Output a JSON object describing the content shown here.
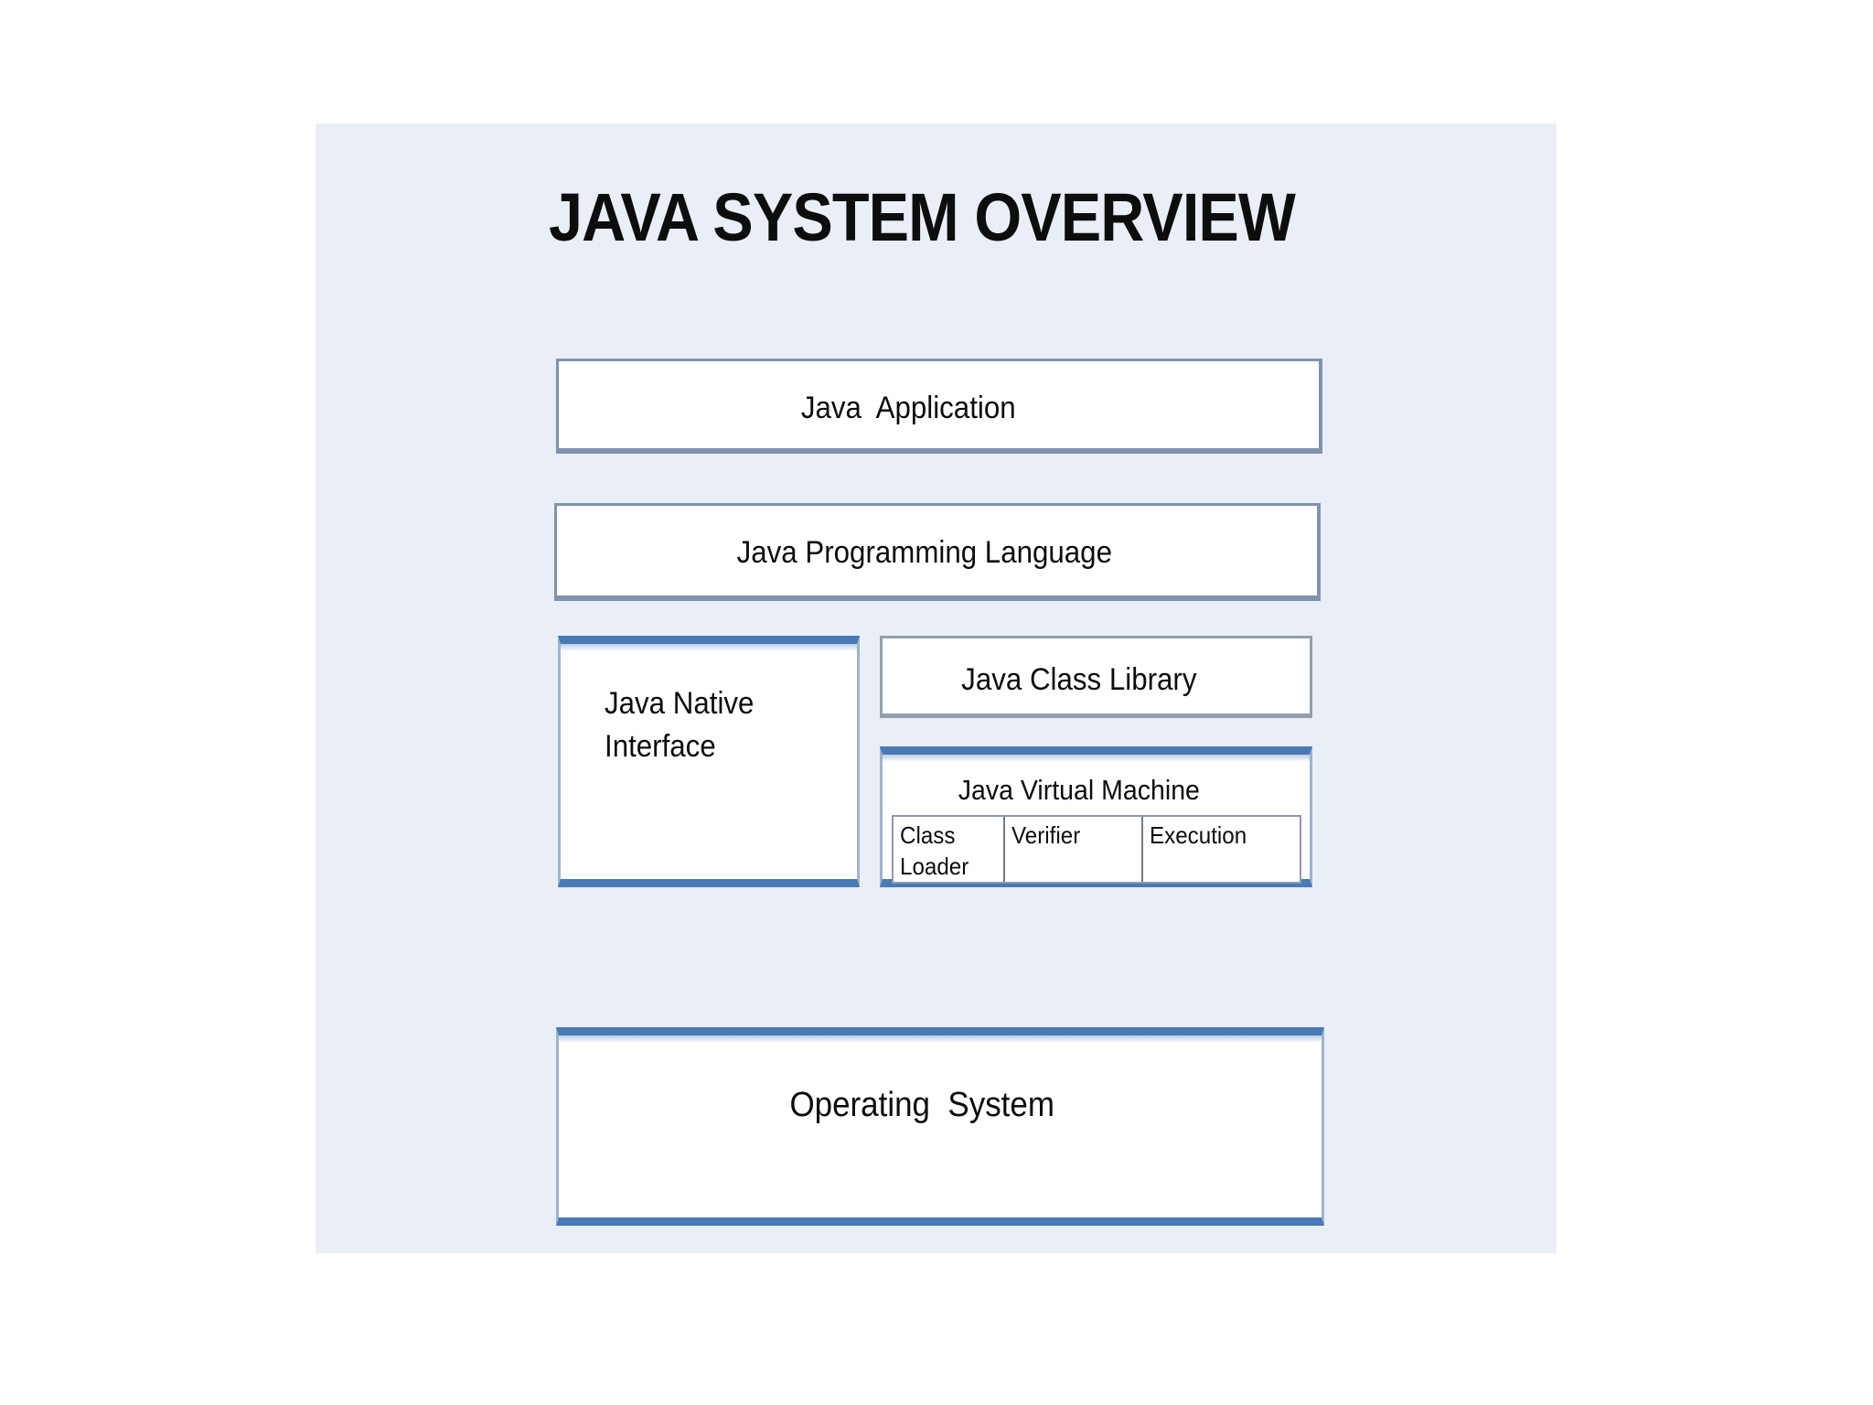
{
  "slide": {
    "title": "JAVA SYSTEM OVERVIEW",
    "background_color": "#eaeff7",
    "accent_color": "#4a7ab5",
    "border_color": "#7f93ad",
    "text_color": "#0d0d0d"
  },
  "layers": {
    "application": {
      "label": "Java  Application"
    },
    "language": {
      "label": "Java Programming Language"
    },
    "native_interface": {
      "label": "Java Native\nInterface"
    },
    "class_library": {
      "label": "Java Class Library"
    },
    "virtual_machine": {
      "label": "Java Virtual Machine",
      "components": [
        {
          "label": "Class\nLoader"
        },
        {
          "label": "Verifier"
        },
        {
          "label": "Execution"
        }
      ]
    },
    "operating_system": {
      "label": "Operating  System"
    }
  }
}
